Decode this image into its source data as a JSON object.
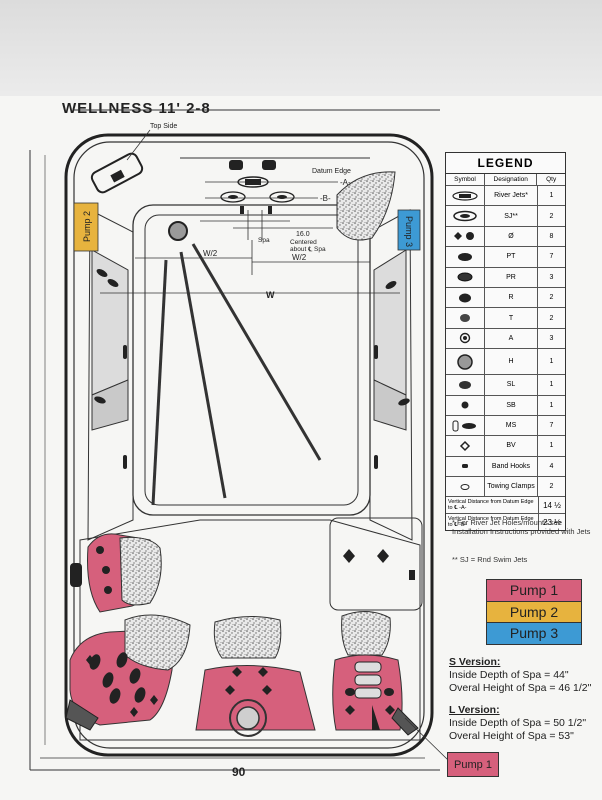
{
  "title": "WELLNESS 11' 2-8",
  "labels": {
    "top_side": "Top Side",
    "datum_edge": "Datum Edge",
    "ref_a": "-A-",
    "ref_b": "-B-",
    "spa": "Spa",
    "dim_16": "16.0",
    "centered_1": "Centered",
    "centered_2": "about ℄ Spa",
    "w_half_1": "W/2",
    "w_half_2": "W/2",
    "w": "W",
    "dim_90": "90",
    "pump2_side": "Pump 2",
    "pump3_side": "Pump 3"
  },
  "legend": {
    "title": "LEGEND",
    "headers": [
      "Symbol",
      "Designation",
      "Qty"
    ],
    "rows": [
      {
        "symbol": "river-jet",
        "designation": "River Jets*",
        "qty": "1"
      },
      {
        "symbol": "sj",
        "designation": "SJ**",
        "qty": "2"
      },
      {
        "symbol": "o-jet",
        "designation": "Ø",
        "qty": "8"
      },
      {
        "symbol": "pt",
        "designation": "PT",
        "qty": "7"
      },
      {
        "symbol": "pr",
        "designation": "PR",
        "qty": "3"
      },
      {
        "symbol": "r",
        "designation": "R",
        "qty": "2"
      },
      {
        "symbol": "t",
        "designation": "T",
        "qty": "2"
      },
      {
        "symbol": "a",
        "designation": "A",
        "qty": "3"
      },
      {
        "symbol": "h",
        "designation": "H",
        "qty": "1"
      },
      {
        "symbol": "sl",
        "designation": "SL",
        "qty": "1"
      },
      {
        "symbol": "sb",
        "designation": "SB",
        "qty": "1"
      },
      {
        "symbol": "ms",
        "designation": "MS",
        "qty": "7"
      },
      {
        "symbol": "bv",
        "designation": "BV",
        "qty": "1"
      },
      {
        "symbol": "band-hooks",
        "designation": "Band Hooks",
        "qty": "4"
      },
      {
        "symbol": "towing-clamps",
        "designation": "Towing Clamps",
        "qty": "2"
      }
    ],
    "distances": [
      {
        "label": "Vertical Distance from Datum Edge to ℄ -A-",
        "value": "14 ½"
      },
      {
        "label": "Vertical Distance from Datum Edge to ℄ -B-",
        "value": "23 ½"
      }
    ]
  },
  "notes": {
    "river_jet": "* For River Jet Holes/mounts see Installation Instructions provided with Jets",
    "sj": "** SJ = Rnd Swim Jets"
  },
  "pumps": [
    {
      "label": "Pump 1",
      "color": "#d6607c"
    },
    {
      "label": "Pump 2",
      "color": "#e7b33e"
    },
    {
      "label": "Pump 3",
      "color": "#3d9ad4"
    }
  ],
  "versions": [
    {
      "heading": "S Version:",
      "depth": "Inside Depth of Spa  = 44\"",
      "height": "Overal Height of Spa = 46 1/2\""
    },
    {
      "heading": "L Version:",
      "depth": "Inside Depth of Spa  = 50 1/2\"",
      "height": "Overal Height of Spa = 53\""
    }
  ],
  "pump_tag": "Pump 1"
}
